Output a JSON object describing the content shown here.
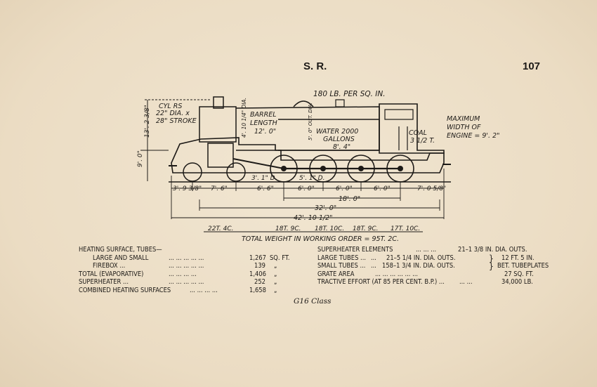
{
  "header": {
    "left": "S. R.",
    "right": "107"
  },
  "diagram": {
    "pressure": "180 LB. PER SQ. IN.",
    "cylinders_1": "CYL RS",
    "cylinders_2": "22\" DIA. x",
    "cylinders_3": "28\" STROKE",
    "height_total": "13'. 2 3/8\"",
    "height_axis": "9'. 0\"",
    "boiler_dia": "4'. 10 1/4\" DIA.",
    "barrel_1": "BARREL",
    "barrel_2": "LENGTH",
    "barrel_3": "12'. 0\"",
    "tank_height": "5'. 0\" OUT. DIA.",
    "water_1": "WATER 2000",
    "water_2": "GALLONS",
    "water_3": "8'. 4\"",
    "coal_1": "COAL",
    "coal_2": "3 1/2 T.",
    "maximum_1": "MAXIMUM",
    "maximum_2": "WIDTH OF",
    "maximum_3": "ENGINE = 9'. 2\"",
    "bogie_wheel": "3'. 1\" D.",
    "driving_wheel": "5'. 1\" D.",
    "dims_wheelbase": [
      "3'. 9 3/8\"",
      "7'. 6\"",
      "6'. 6\"",
      "6'. 0\"",
      "6'. 0\"",
      "6'. 0\"",
      "7'. 0 5/8\""
    ],
    "dim_18": "18'. 0\"",
    "dim_32": "32'. 0\"",
    "dim_42": "42'. 10 1/2\"",
    "weights": [
      "22T. 4C.",
      "18T. 9C.",
      "18T. 10C.",
      "18T. 9C.",
      "17T. 10C."
    ],
    "total_weight": "TOTAL WEIGHT IN WORKING ORDER = 95T. 2C."
  },
  "specs_left": [
    {
      "label": "HEATING SURFACE, TUBES—",
      "dots": "",
      "value": "",
      "unit": ""
    },
    {
      "label": "LARGE AND SMALL",
      "dots": "...   ...   ...   ...   ...",
      "value": "1,267",
      "unit": "SQ. FT."
    },
    {
      "label": "FIREBOX ...",
      "dots": "...   ...   ...   ...   ...",
      "value": "139",
      "unit": "„"
    },
    {
      "label": "TOTAL (EVAPORATIVE)",
      "dots": "...   ...   ...   ...",
      "value": "1,406",
      "unit": "„"
    },
    {
      "label": "SUPERHEATER ...",
      "dots": "...   ...   ...   ...   ...",
      "value": "252",
      "unit": "„"
    },
    {
      "label": "COMBINED HEATING SURFACES",
      "dots": "...   ...   ...   ...",
      "value": "1,658",
      "unit": "„"
    }
  ],
  "specs_right": [
    {
      "label": "SUPERHEATER ELEMENTS",
      "dots": "...   ...   ...",
      "value": "21–1 3/8 IN. DIA. OUTS.",
      "extra": ""
    },
    {
      "label": "LARGE TUBES ...",
      "dots": "...",
      "value": "21–5 1/4 IN. DIA. OUTS.",
      "extra": "12 FT. 5 IN."
    },
    {
      "label": "SMALL TUBES ...",
      "dots": "...",
      "value": "158–1 3/4 IN. DIA. OUTS.",
      "extra": "BET. TUBEPLATES"
    },
    {
      "label": "GRATE AREA",
      "dots": "...   ...   ...   ...   ...   ...",
      "value": "27 SQ. FT.",
      "extra": ""
    },
    {
      "label": "TRACTIVE EFFORT (AT 85 PER CENT. B.P.) ...",
      "dots": "...   ...",
      "value": "34,000 LB.",
      "extra": ""
    }
  ],
  "caption": "G16 Class"
}
